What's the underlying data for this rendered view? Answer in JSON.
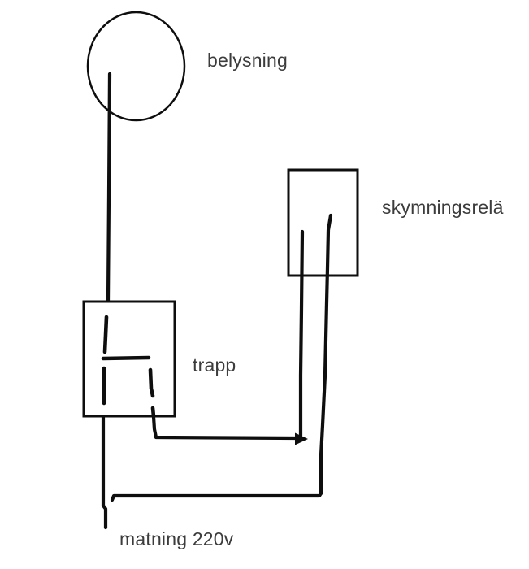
{
  "diagram": {
    "type": "hand-drawn wiring sketch",
    "labels": {
      "lamp": "belysning",
      "relay": "skymningsrelä",
      "switch": "trapp",
      "supply": "matning 220v"
    },
    "colors": {
      "background": "#ffffff",
      "line": "#0e0e0e",
      "text": "#3c3c3c"
    }
  }
}
